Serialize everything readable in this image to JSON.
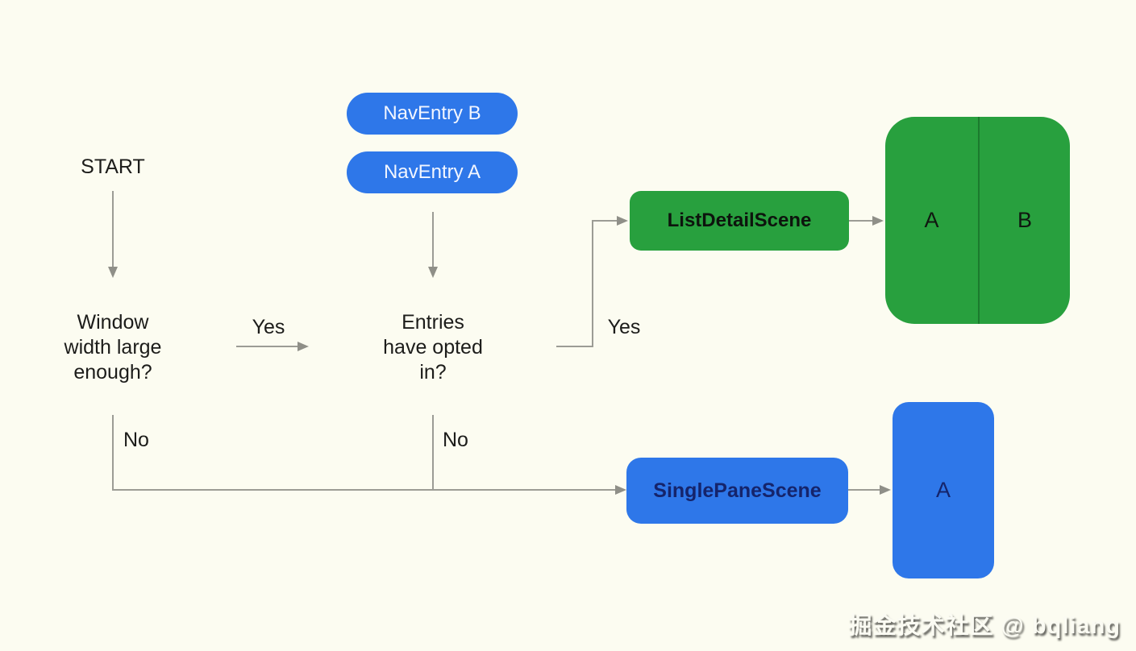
{
  "diagram": {
    "start_label": "START",
    "question_window": "Window\nwidth large\nenough?",
    "question_entries": "Entries\nhave opted\nin?",
    "yes_label_1": "Yes",
    "yes_label_2": "Yes",
    "no_label_1": "No",
    "no_label_2": "No",
    "nav_entry_b": "NavEntry B",
    "nav_entry_a": "NavEntry A",
    "list_detail_scene": "ListDetailScene",
    "single_pane_scene": "SinglePaneScene",
    "green_pane_a": "A",
    "green_pane_b": "B",
    "blue_pane_a": "A"
  },
  "watermark": "掘金技术社区 @ bqliang",
  "colors": {
    "background": "#FCFCF1",
    "blue": "#2E77E9",
    "green": "#28A03E",
    "green_divider": "#1B7A2E",
    "connector_gray": "#9C9C95",
    "text_dark": "#1C1C1A",
    "navy_text": "#15246B",
    "pill_text": "#F2F6FF"
  }
}
